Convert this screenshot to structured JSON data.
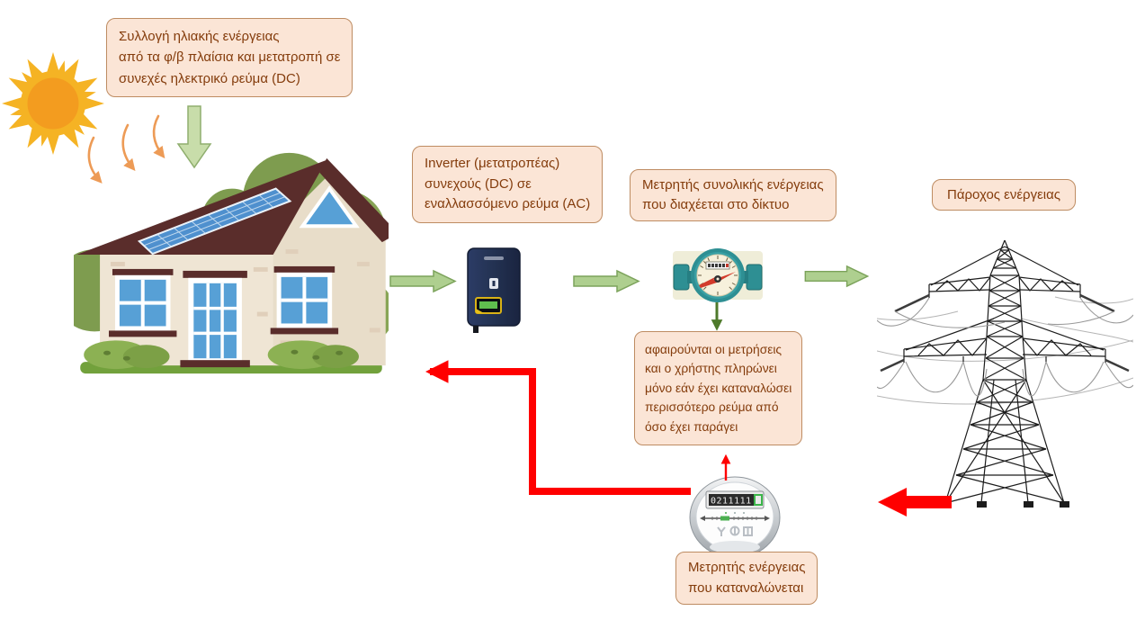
{
  "callouts": {
    "solar_collection": {
      "line1": "Συλλογή ηλιακής ενέργειας",
      "line2": "από τα φ/β πλαίσια και μετατροπή σε",
      "line3": "συνεχές ηλεκτρικό ρεύμα (DC)"
    },
    "inverter": {
      "line1": "Inverter (μετατροπέας)",
      "line2": "συνεχούς (DC) σε",
      "line3": "εναλλασσόμενο ρεύμα (AC)"
    },
    "grid_meter": {
      "line1": "Μετρητής συνολικής ενέργειας",
      "line2": "που διαχέεται στο δίκτυο"
    },
    "provider": {
      "line1": "Πάροχος ενέργειας"
    },
    "net_metering": {
      "line1": "αφαιρούνται οι μετρήσεις",
      "line2": "και ο χρήστης πληρώνει",
      "line3": "μόνο εάν έχει καταναλώσει",
      "line4": "περισσότερο ρεύμα από",
      "line5": "όσο έχει παράγει"
    },
    "consumption_meter": {
      "line1": "Μετρητής ενέργειας",
      "line2": "που καταναλώνεται"
    }
  },
  "smart_meter": {
    "display_digits": "0211111"
  },
  "icons": {
    "sun-icon": "spiky sun",
    "solar-radiation-arrows-icon": "three curved orange arrows",
    "house-illustration": "house with rooftop solar panel, trees and bushes",
    "inverter-device-icon": "navy wall inverter with display",
    "grid-meter-icon": "teal analog energy meter with red bolt",
    "transmission-tower-icon": "lattice electricity pylon with wires",
    "smart-meter-icon": "round digital consumption meter",
    "flow-arrow-green-icon": "green block arrow",
    "return-arrow-red-icon": "red arrow"
  },
  "colors": {
    "callout_bg": "#FBE5D6",
    "callout_border": "#BE8C62",
    "callout_text": "#843C0C",
    "flow_green_fill": "#AECF8F",
    "flow_green_border": "#7CA35B",
    "thin_green_arrow": "#4E7A2B",
    "return_red": "#FF0000",
    "sun_ray": "#F5B324",
    "sun_core": "#F39C1F",
    "radiation_orange": "#ED9B56",
    "roof_brown": "#5A2D2B",
    "panel_blue": "#4F90CE"
  }
}
